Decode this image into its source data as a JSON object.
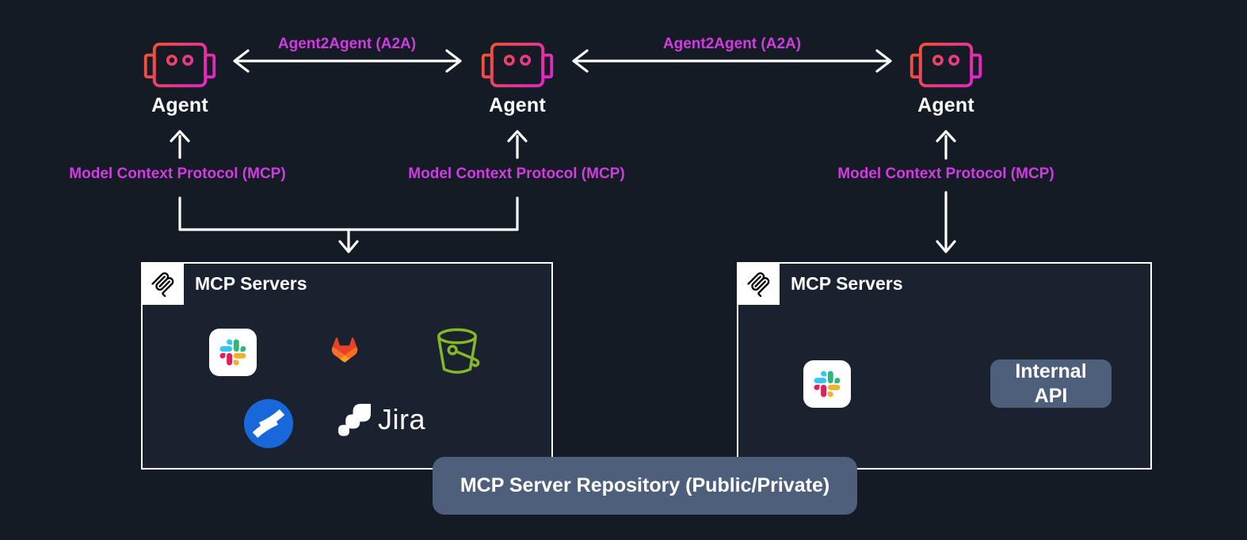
{
  "colors": {
    "background": "#151b24",
    "box_fill": "#1a2230",
    "box_border": "#ffffff",
    "accent_magenta": "#d13be2",
    "slate_pill": "#4d5f7a",
    "bucket_green": "#86b825",
    "robot_gradient_start": "#f4581c",
    "robot_gradient_end": "#e01ee0",
    "slack_colors": [
      "#36c5f0",
      "#2eb67d",
      "#ecb22e",
      "#e01e5a"
    ],
    "gitlab_colors": [
      "#e24329",
      "#fc6d26",
      "#fca326"
    ],
    "confluence_blue": "#1868db",
    "text_white": "#ffffff"
  },
  "agents": [
    {
      "label": "Agent"
    },
    {
      "label": "Agent"
    },
    {
      "label": "Agent"
    }
  ],
  "protocols": {
    "a2a_left": {
      "label": "Agent2Agent (A2A)"
    },
    "a2a_right": {
      "label": "Agent2Agent (A2A)"
    },
    "mcp_left": {
      "label": "Model Context Protocol (MCP)"
    },
    "mcp_middle": {
      "label": "Model Context Protocol (MCP)"
    },
    "mcp_right": {
      "label": "Model Context Protocol (MCP)"
    }
  },
  "boxes": [
    {
      "title": "MCP Servers",
      "corner_icon": "mcp-logo-icon",
      "icons": [
        "slack-icon",
        "gitlab-icon",
        "s3-bucket-icon",
        "confluence-icon",
        "jira-icon"
      ],
      "jira_label": "Jira"
    },
    {
      "title": "MCP Servers",
      "corner_icon": "mcp-logo-icon",
      "icons": [
        "slack-icon"
      ],
      "internal_api": {
        "line1": "Internal",
        "line2": "API"
      }
    }
  ],
  "repository": {
    "label": "MCP Server Repository (Public/Private)"
  }
}
